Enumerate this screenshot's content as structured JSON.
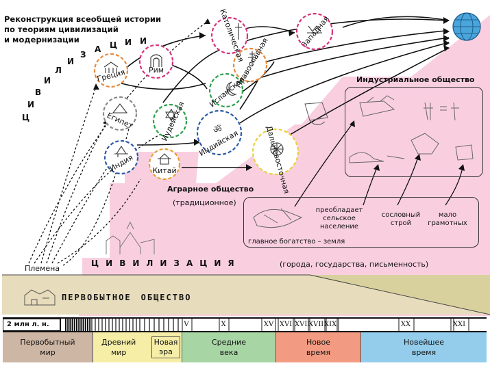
{
  "colors": {
    "pink": "#f9cfe0",
    "khaki": "#d8d19d",
    "primitive_band": "#e7dcbc",
    "period_primitive": "#cdb6a4",
    "period_ancient": "#f6eea6",
    "period_middle": "#a7d5a4",
    "period_new": "#f39b82",
    "period_newest": "#94cdec",
    "globe": "#4aa5dc"
  },
  "title_lines": [
    "Реконструкция всеобщей истории",
    "по теориям цивилизаций",
    "и модернизации"
  ],
  "civ_letters": [
    "Ц",
    "И",
    "В",
    "И",
    "Л",
    "И",
    "З",
    "А",
    "Ц",
    "И",
    "И"
  ],
  "circles": [
    {
      "key": "greece",
      "label": "Греция",
      "icon": "temple-icon",
      "color": "#e8893a"
    },
    {
      "key": "rome",
      "label": "Рим",
      "icon": "arch-icon",
      "color": "#d8307c"
    },
    {
      "key": "egypt",
      "label": "Египет",
      "icon": "pyramid-icon",
      "color": "#888888"
    },
    {
      "key": "india",
      "label": "Индия",
      "icon": "stupa-icon",
      "color": "#2c5aa8"
    },
    {
      "key": "china",
      "label": "Китай",
      "icon": "pagoda-icon",
      "color": "#e8a030"
    },
    {
      "key": "judeo",
      "label": "Иудейская",
      "icon": "star-of-david-icon",
      "color": "#2aa04a"
    },
    {
      "key": "indian",
      "label": "Индийская",
      "icon": "om-icon",
      "color": "#2c5aa8"
    },
    {
      "key": "islamic",
      "label": "Исламская",
      "icon": "crescent-icon",
      "color": "#2aa04a"
    },
    {
      "key": "catholic",
      "label": "Католическая",
      "icon": "cross-icon",
      "color": "#d8307c"
    },
    {
      "key": "orthodox",
      "label": "Православная",
      "icon": "orthodox-cross-icon",
      "color": "#e8893a"
    },
    {
      "key": "western",
      "label": "Западная",
      "icon": "western-icon",
      "color": "#d8307c"
    },
    {
      "key": "fareastern",
      "label": "Дальневосточная",
      "icon": "wheel-icon",
      "color": "#e8d040"
    }
  ],
  "industrial": {
    "title": "Индустриальное общество"
  },
  "agrarian": {
    "title": "Аграрное общество",
    "subtitle": "(традиционное)",
    "notes": {
      "wealth": "главное богатство – земля",
      "rural": [
        "преобладает",
        "сельское",
        "население"
      ],
      "estate": [
        "сословный",
        "строй"
      ],
      "literacy": [
        "мало",
        "грамотных"
      ]
    }
  },
  "tribes": "Племена",
  "civ_band": {
    "letters": [
      "Ц",
      "И",
      "В",
      "И",
      "Л",
      "И",
      "З",
      "А",
      "Ц",
      "И",
      "Я"
    ],
    "note": "(города, государства, письменность)"
  },
  "primitive": {
    "letters": [
      "П",
      "Е",
      "Р",
      "В",
      "О",
      "Б",
      "Ы",
      "Т",
      "Н",
      "О",
      "Е",
      " ",
      "О",
      "Б",
      "Щ",
      "Е",
      "С",
      "Т",
      "В",
      "О"
    ]
  },
  "timeline": {
    "start": "2 млн л. н.",
    "ticks": [
      "V",
      "X",
      "XV",
      "XVI",
      "XVII",
      "XVIII",
      "XIX",
      "XX",
      "XXI"
    ]
  },
  "periods": [
    {
      "label": [
        "Первобытный",
        "мир"
      ]
    },
    {
      "label": [
        "Древний",
        "мир"
      ]
    },
    {
      "label": [
        "Новая",
        "эра"
      ]
    },
    {
      "label": [
        "Средние",
        "века"
      ]
    },
    {
      "label": [
        "Новое",
        "время"
      ]
    },
    {
      "label": [
        "Новейшее",
        "время"
      ]
    }
  ]
}
